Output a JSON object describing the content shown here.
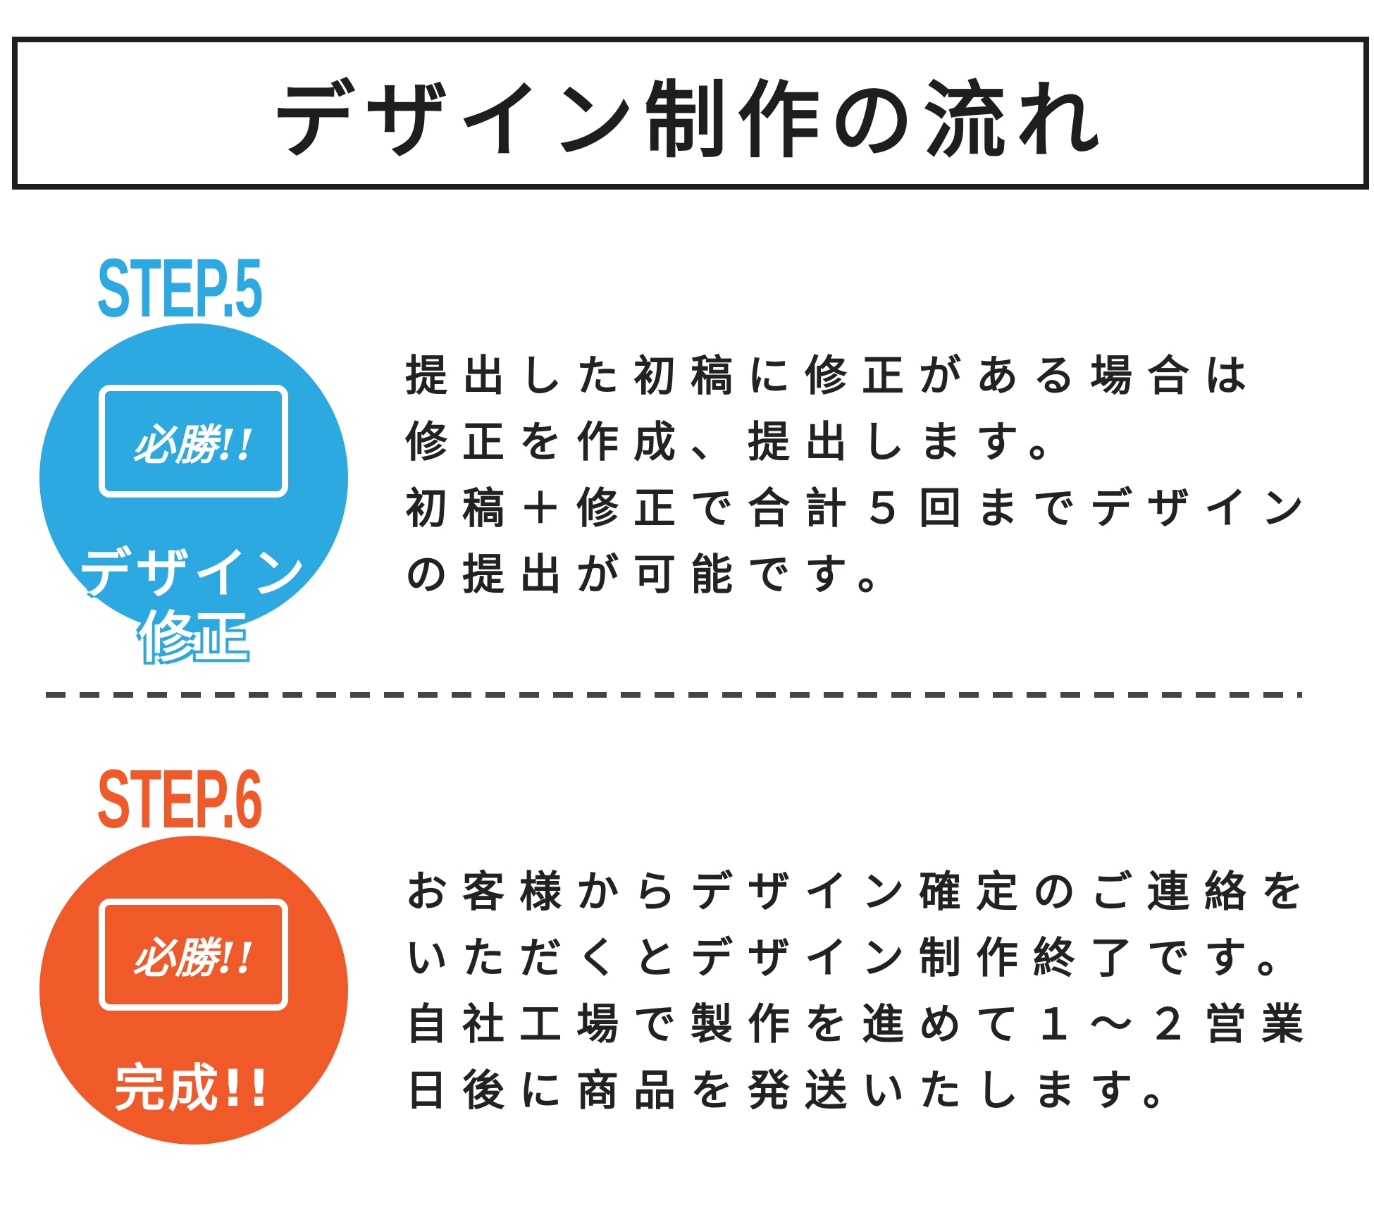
{
  "title": "デザイン制作の流れ",
  "steps": [
    {
      "label": "STEP.5",
      "color": "#2ca9e1",
      "badge": "必勝!!",
      "circle_lines": [
        "デザイン",
        "修正"
      ],
      "description": [
        "提出した初稿に修正がある場合は",
        "修正を作成、提出します。",
        "初稿＋修正で合計５回までデザイン",
        "の提出が可能です。"
      ]
    },
    {
      "label": "STEP.6",
      "color": "#f05a28",
      "badge": "必勝!!",
      "circle_lines": [
        "完成!!"
      ],
      "description": [
        "お客様からデザイン確定のご連絡を",
        "いただくとデザイン制作終了です。",
        "自社工場で製作を進めて１～２営業",
        "日後に商品を発送いたします。"
      ]
    }
  ]
}
